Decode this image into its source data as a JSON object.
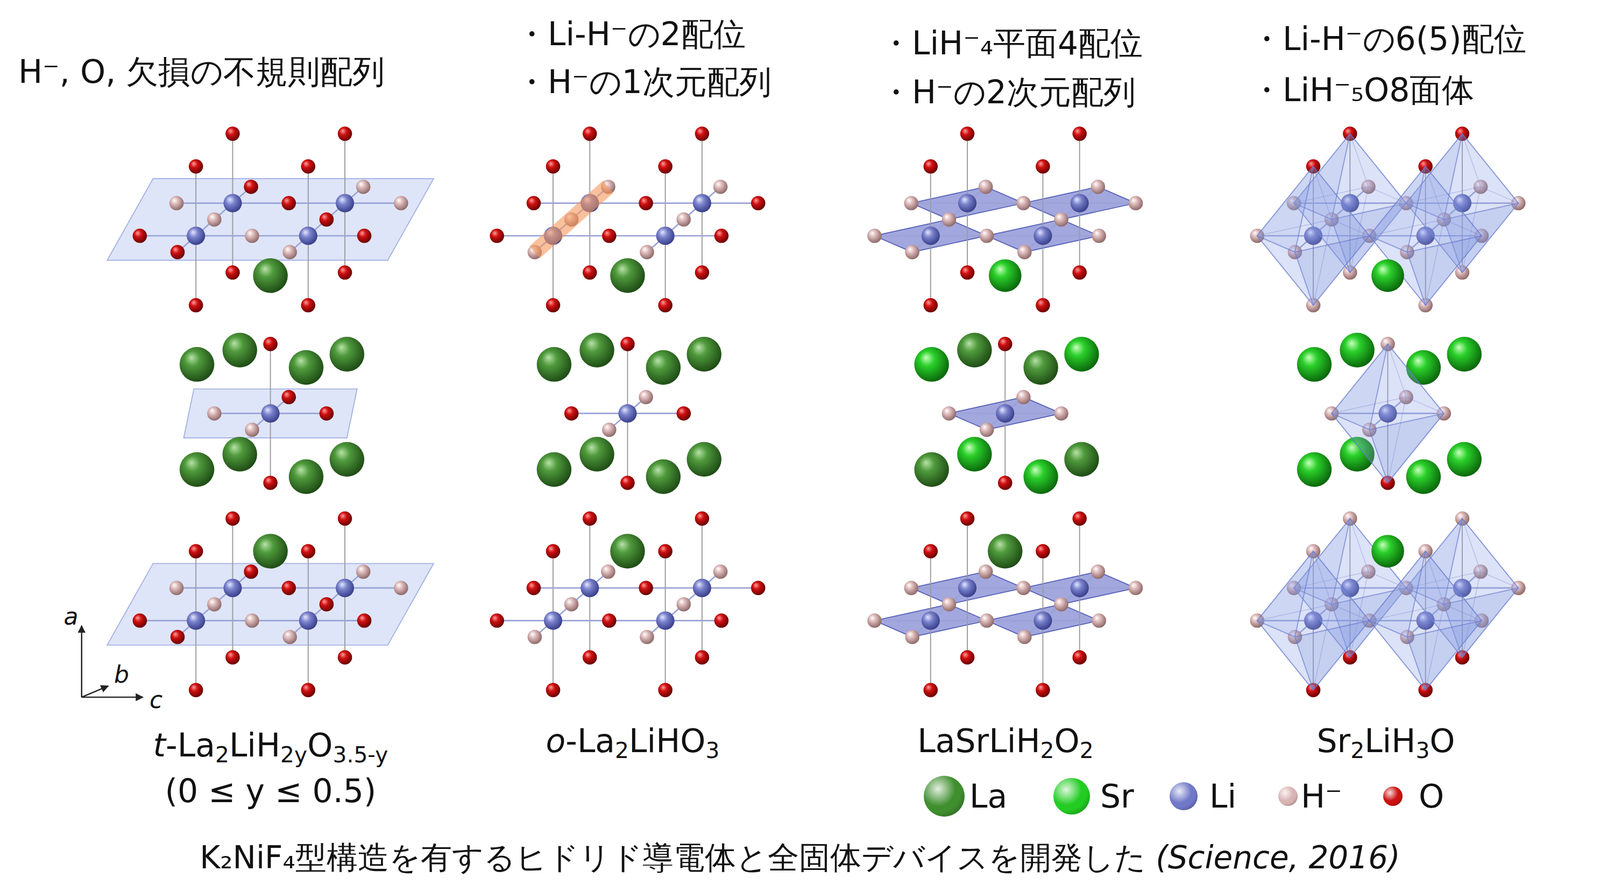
{
  "diagram": {
    "caption": "K₂NiF₄型構造を有するヒドリド導電体と全固体デバイスを開発した (Science, 2016)",
    "labels": [
      "H⁻, O, 欠損の不規則配列",
      "・Li-H⁻の2配位",
      "・H⁻の1次元配列",
      "・LiH⁻₄平面4配位",
      "・H⁻の2次元配列",
      "・Li-H⁻の6(5)配位",
      "・LiH⁻₅O8面体",
      "a",
      "b",
      "c",
      "t-La2LiH2yO3.5-y",
      "(0 ≤ y ≤ 0.5)",
      "o-La2LiHO3",
      "LaSrLiH2O2",
      "Sr2LiH3O"
    ],
    "legend": [
      {
        "text": "La",
        "color": "#3f8f2f"
      },
      {
        "text": "Sr",
        "color": "#22cc22"
      },
      {
        "text": "Li",
        "color": "#7078c8"
      },
      {
        "text": "H⁻",
        "color": "#d9b3b3"
      },
      {
        "text": "O",
        "color": "#cc1111"
      }
    ]
  }
}
